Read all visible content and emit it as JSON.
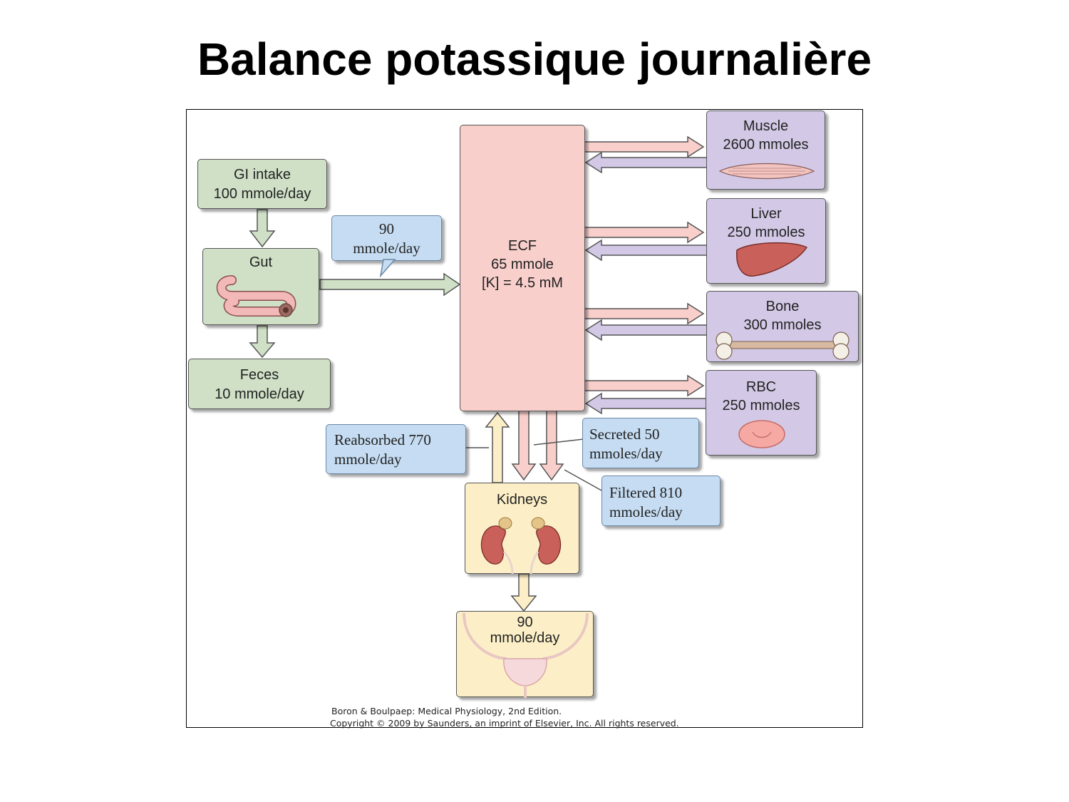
{
  "title": "Balance potassique journalière",
  "boxes": {
    "gi_intake": {
      "line1": "GI intake",
      "line2": "100 mmole/day"
    },
    "gut": {
      "line1": "Gut"
    },
    "feces": {
      "line1": "Feces",
      "line2": "10 mmole/day"
    },
    "gut_to_ecf": {
      "line1": "90",
      "line2": "mmole/day"
    },
    "ecf": {
      "line1": "ECF",
      "line2": "65 mmole",
      "line3": "[K] = 4.5 mM"
    },
    "muscle": {
      "line1": "Muscle",
      "line2": "2600 mmoles"
    },
    "liver": {
      "line1": "Liver",
      "line2": "250  mmoles"
    },
    "bone": {
      "line1": "Bone",
      "line2": "300 mmoles"
    },
    "rbc": {
      "line1": "RBC",
      "line2": "250 mmoles"
    },
    "reabsorbed": {
      "line1": "Reabsorbed 770",
      "line2": "mmole/day"
    },
    "secreted": {
      "line1": "Secreted 50",
      "line2": "mmoles/day"
    },
    "filtered": {
      "line1": "Filtered 810",
      "line2": "mmoles/day"
    },
    "kidneys": {
      "line1": "Kidneys"
    },
    "urine": {
      "line1": "90",
      "line2": "mmole/day"
    }
  },
  "credit": {
    "line1": "Boron & Boulpaep: Medical Physiology, 2nd Edition.",
    "line2": "Copyright © 2009 by Saunders, an imprint of Elsevier, Inc. All rights reserved."
  },
  "colors": {
    "green_box": "#cfe0c6",
    "purple_box": "#d3c9e6",
    "pink_box": "#f8cfcb",
    "cream_box": "#fcefc7",
    "blue_callout": "#c5dcf2"
  }
}
